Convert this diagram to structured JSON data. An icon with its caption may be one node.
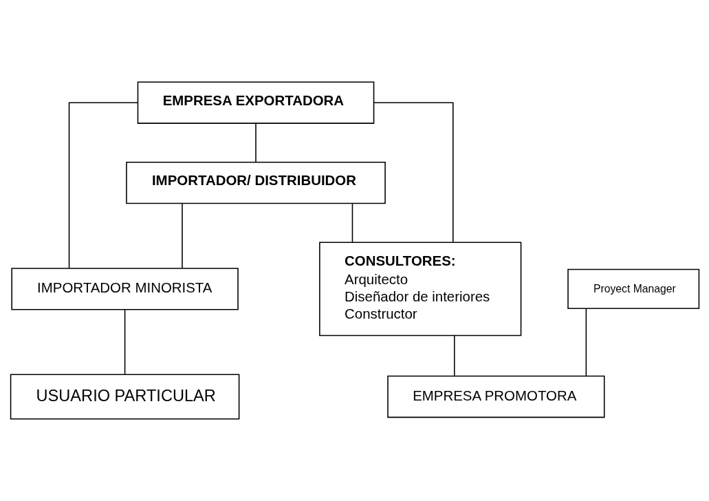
{
  "diagram": {
    "nodes": [
      {
        "text": [
          "EMPRESA EXPORTADORA"
        ]
      },
      {
        "text": [
          "IMPORTADOR/ DISTRIBUIDOR"
        ]
      },
      {
        "text": [
          "IMPORTADOR MINORISTA"
        ]
      },
      {
        "text": [
          "CONSULTORES:",
          "Arquitecto",
          "Diseñador de interiores",
          "Constructor"
        ]
      },
      {
        "text": [
          "Proyect Manager"
        ]
      },
      {
        "text": [
          "USUARIO PARTICULAR"
        ]
      },
      {
        "text": [
          "EMPRESA PROMOTORA"
        ]
      }
    ],
    "edges": [
      {
        "from": 0,
        "to": 1,
        "arrow": "none"
      },
      {
        "from": 0,
        "to": 2,
        "arrow": "none"
      },
      {
        "from": 0,
        "to": 3,
        "arrow": "none"
      },
      {
        "from": 1,
        "to": 2,
        "arrow": "none"
      },
      {
        "from": 1,
        "to": 3,
        "arrow": "none"
      },
      {
        "from": 2,
        "to": 5,
        "arrow": "none"
      },
      {
        "from": 3,
        "to": 6,
        "arrow": "none"
      },
      {
        "from": 4,
        "to": 6,
        "arrow": "none"
      }
    ]
  }
}
